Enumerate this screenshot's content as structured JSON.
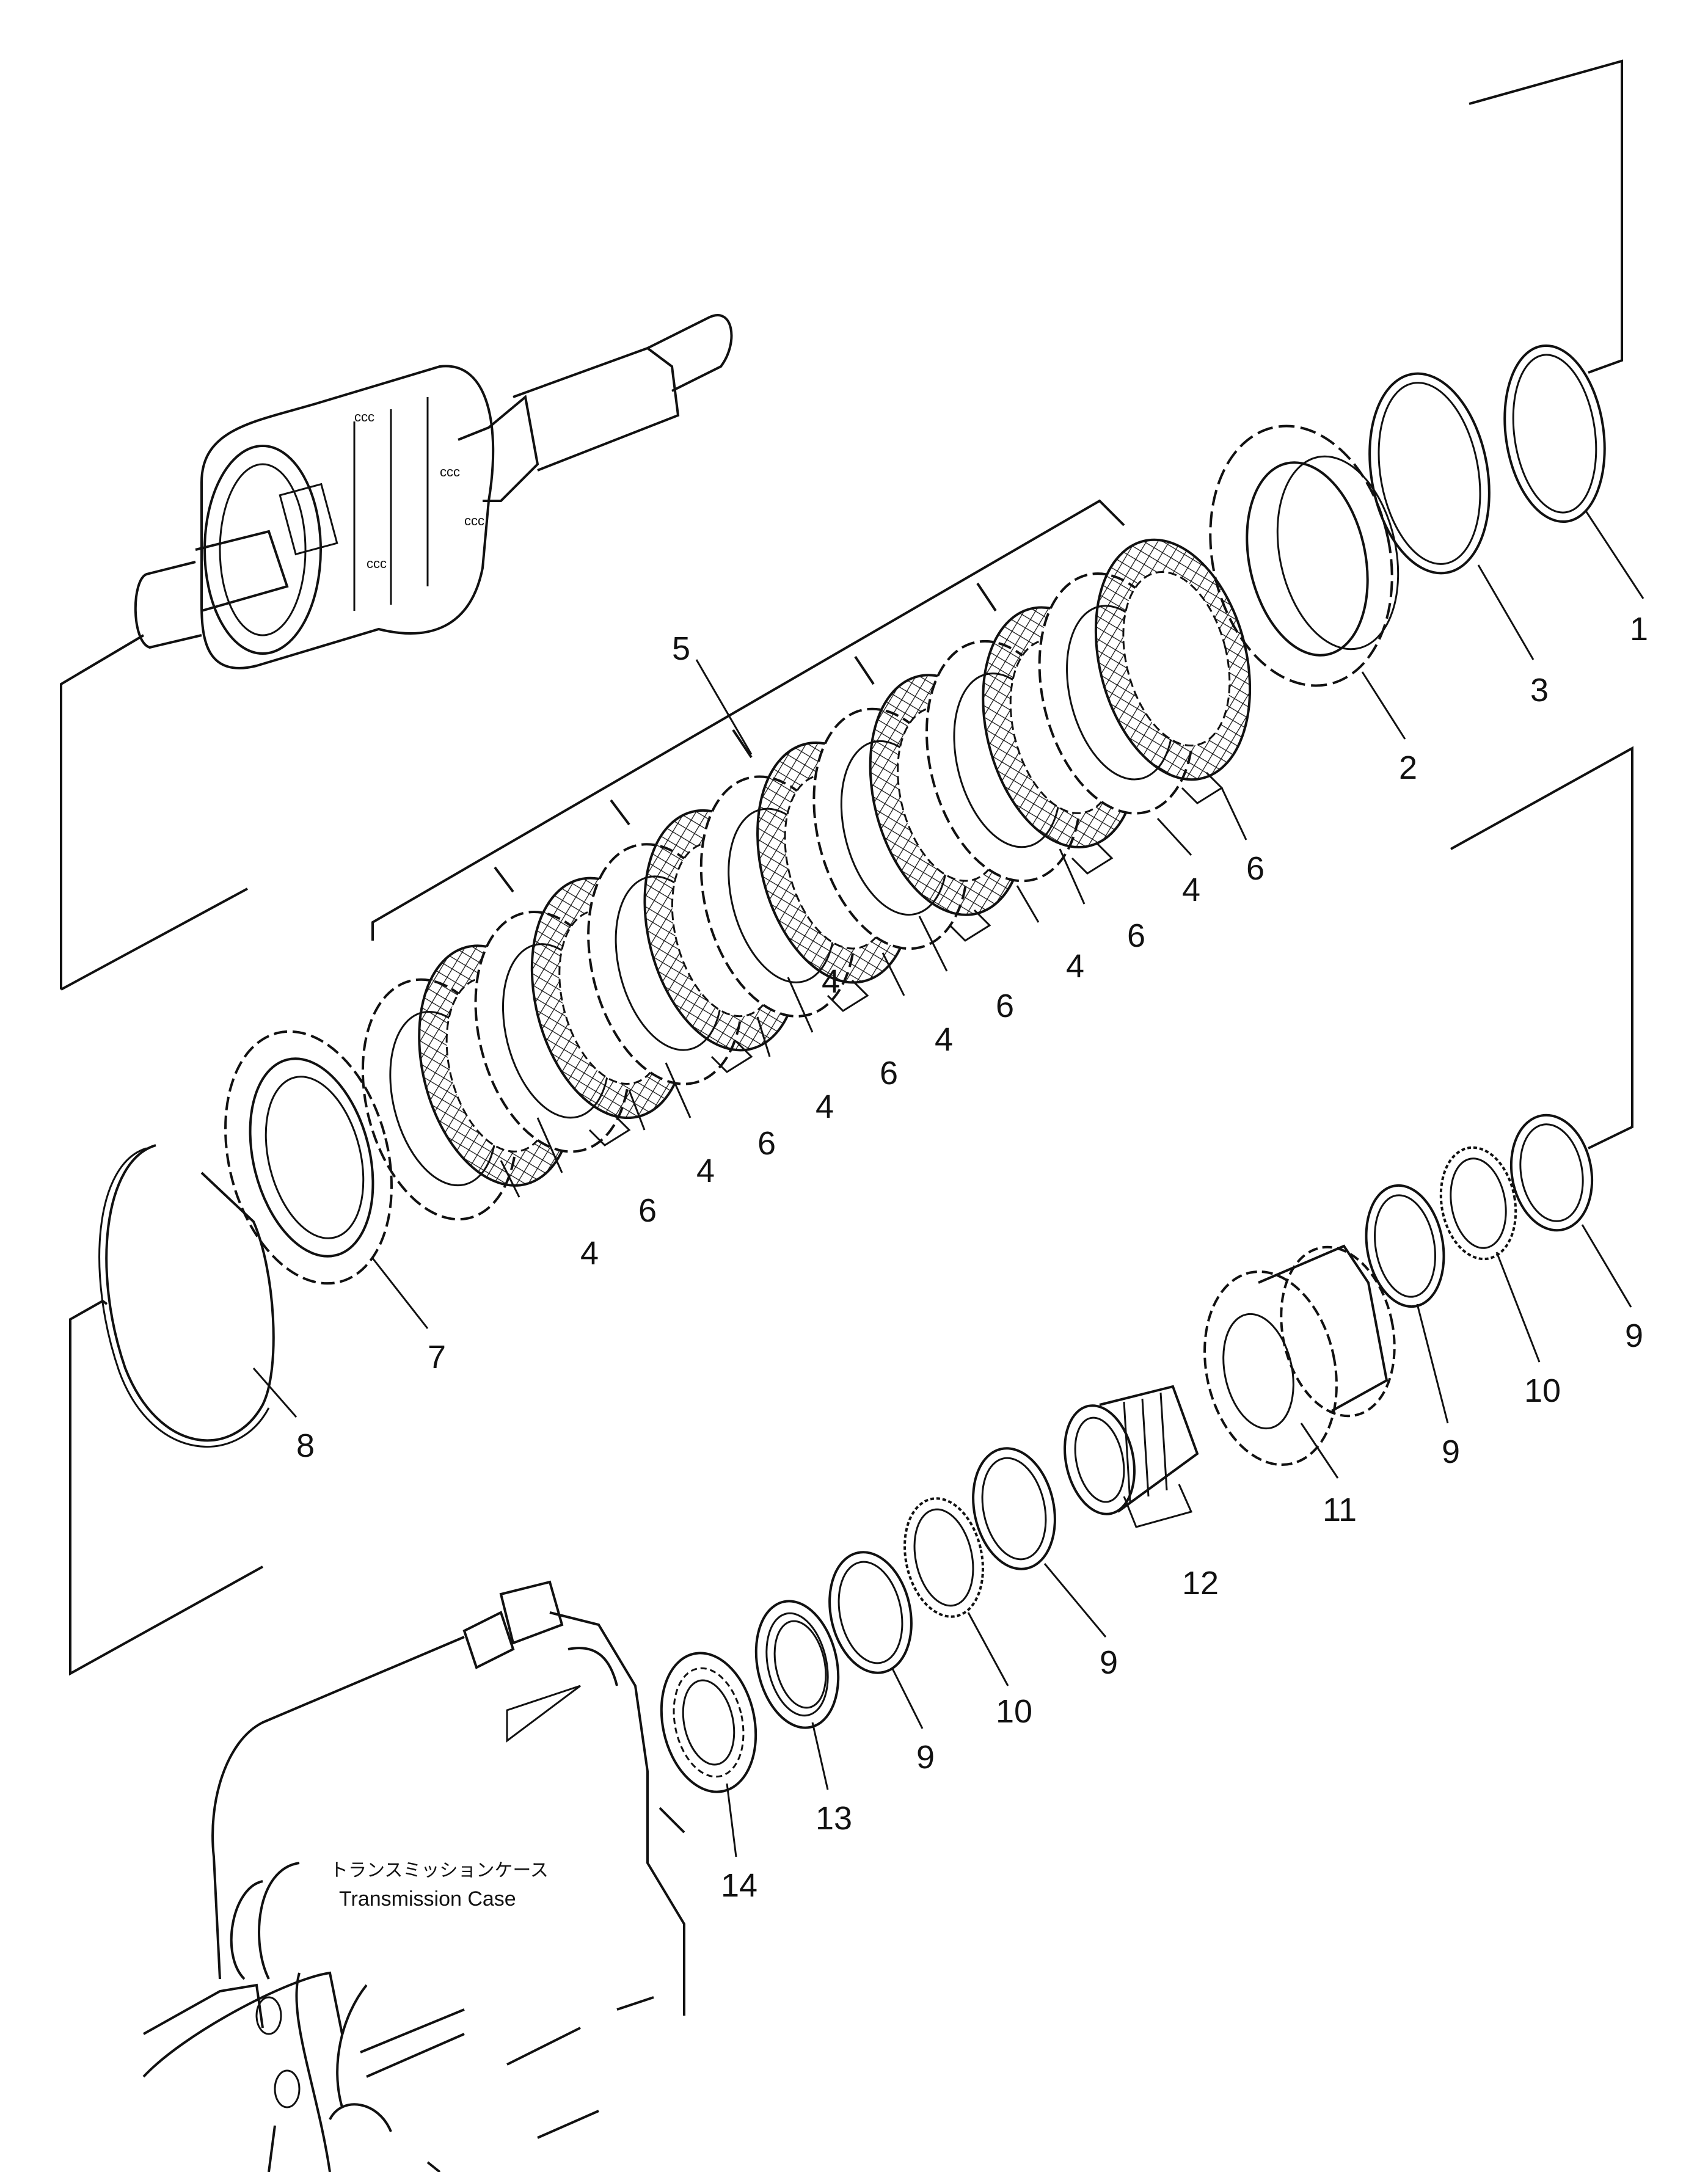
{
  "diagram": {
    "callouts": [
      {
        "id": "c1",
        "text": "1"
      },
      {
        "id": "c3",
        "text": "3"
      },
      {
        "id": "c2",
        "text": "2"
      },
      {
        "id": "c5",
        "text": "5"
      },
      {
        "id": "c6a",
        "text": "6"
      },
      {
        "id": "c4a",
        "text": "4"
      },
      {
        "id": "c6b",
        "text": "6"
      },
      {
        "id": "c4b",
        "text": "4"
      },
      {
        "id": "c6c",
        "text": "6"
      },
      {
        "id": "c4c",
        "text": "4"
      },
      {
        "id": "c6d",
        "text": "6"
      },
      {
        "id": "c4d",
        "text": "4"
      },
      {
        "id": "c6e",
        "text": "6"
      },
      {
        "id": "c4e",
        "text": "4"
      },
      {
        "id": "c6f",
        "text": "6"
      },
      {
        "id": "c4f",
        "text": "4"
      },
      {
        "id": "c4g",
        "text": "4"
      },
      {
        "id": "c7",
        "text": "7"
      },
      {
        "id": "c8",
        "text": "8"
      },
      {
        "id": "c9a",
        "text": "9"
      },
      {
        "id": "c10a",
        "text": "10"
      },
      {
        "id": "c9b",
        "text": "9"
      },
      {
        "id": "c11",
        "text": "11"
      },
      {
        "id": "c12",
        "text": "12"
      },
      {
        "id": "c9c",
        "text": "9"
      },
      {
        "id": "c10b",
        "text": "10"
      },
      {
        "id": "c9d",
        "text": "9"
      },
      {
        "id": "c13",
        "text": "13"
      },
      {
        "id": "c14",
        "text": "14"
      }
    ],
    "case_label_jp": "トランスミッションケース",
    "case_label_en": "Transmission Case"
  },
  "colors": {
    "line": "#111111",
    "background": "#ffffff"
  }
}
